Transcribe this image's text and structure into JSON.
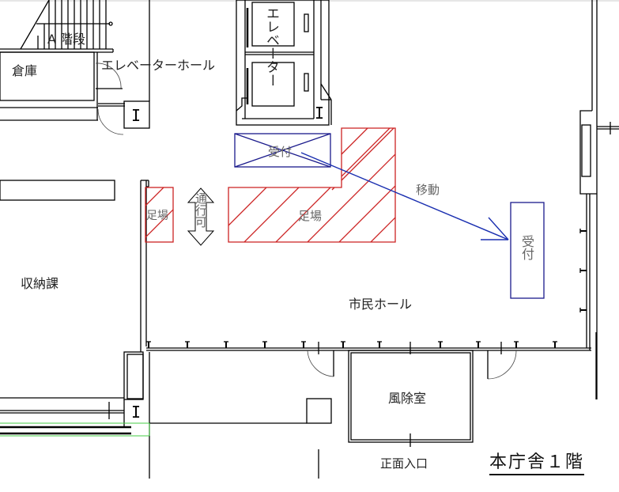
{
  "title": "本庁舎１階",
  "rooms": {
    "stairs": "A 階段",
    "storage": "倉庫",
    "elevator_hall": "エレベーターホール",
    "elevator": "エレベーター",
    "revenue_division": "収納課",
    "citizen_hall": "市民ホール",
    "windbreak_room": "風除室",
    "main_entrance": "正面入口"
  },
  "annotations": {
    "old_reception": "受付",
    "new_reception": "受付",
    "scaffold_large": "足場",
    "scaffold_small": "足場",
    "passable": "通行可",
    "move": "移動"
  },
  "colors": {
    "wall": "#000000",
    "scaffold": "#cc2222",
    "reception": "#1a1a8c",
    "arrow": "#1a2fb0",
    "guide_green": "#44cc44"
  }
}
